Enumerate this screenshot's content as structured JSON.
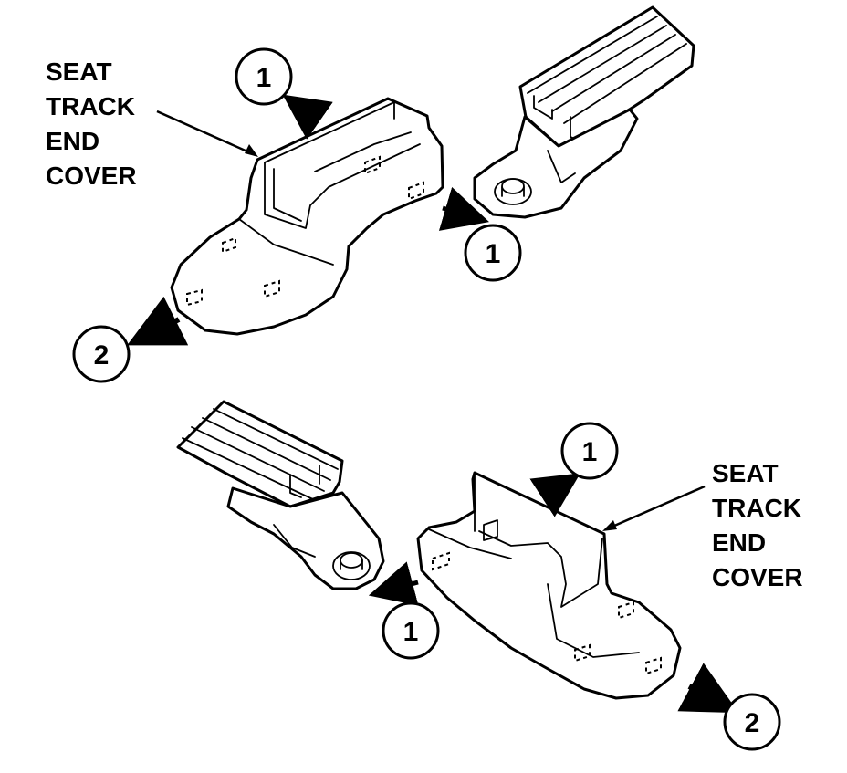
{
  "top_label": {
    "lines": [
      "SEAT",
      "TRACK",
      "END",
      "COVER"
    ]
  },
  "bottom_label": {
    "lines": [
      "SEAT",
      "TRACK",
      "END",
      "COVER"
    ]
  },
  "steps": {
    "top_cover_lift": "1",
    "top_track_slide": "1",
    "top_cover_slide": "2",
    "bottom_cover_lift": "1",
    "bottom_track_slide": "1",
    "bottom_cover_slide": "2"
  },
  "colors": {
    "line": "#000000",
    "fill": "#ffffff"
  }
}
